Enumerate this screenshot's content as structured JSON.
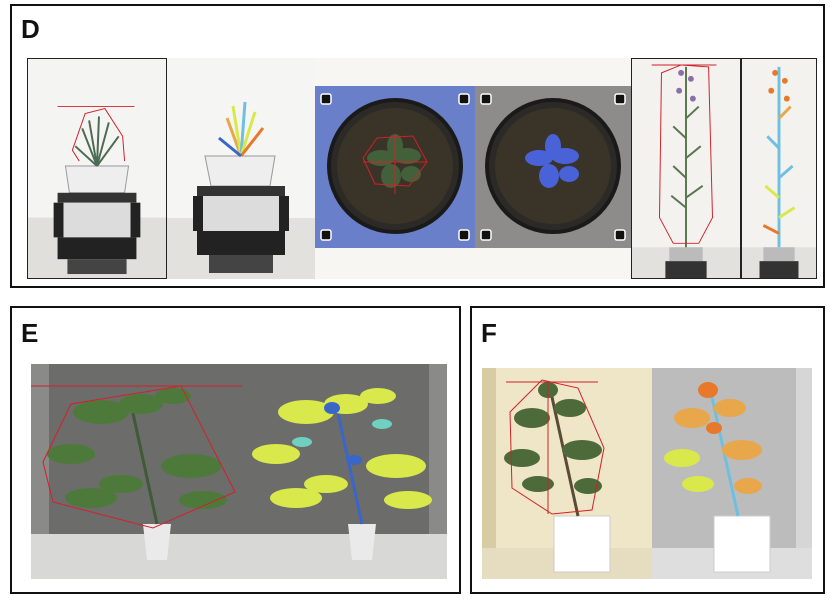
{
  "figure": {
    "panels": [
      {
        "label": "D"
      },
      {
        "label": "E"
      },
      {
        "label": "F"
      }
    ]
  },
  "colors": {
    "hull_line": "#d3202a",
    "tray_blue": "#6a7fc9",
    "plant_green": "#3f6b2f",
    "pseudocolor_yellow": "#d9e84a",
    "pseudocolor_blue": "#3a66c8",
    "pseudocolor_orange": "#e8782a"
  }
}
